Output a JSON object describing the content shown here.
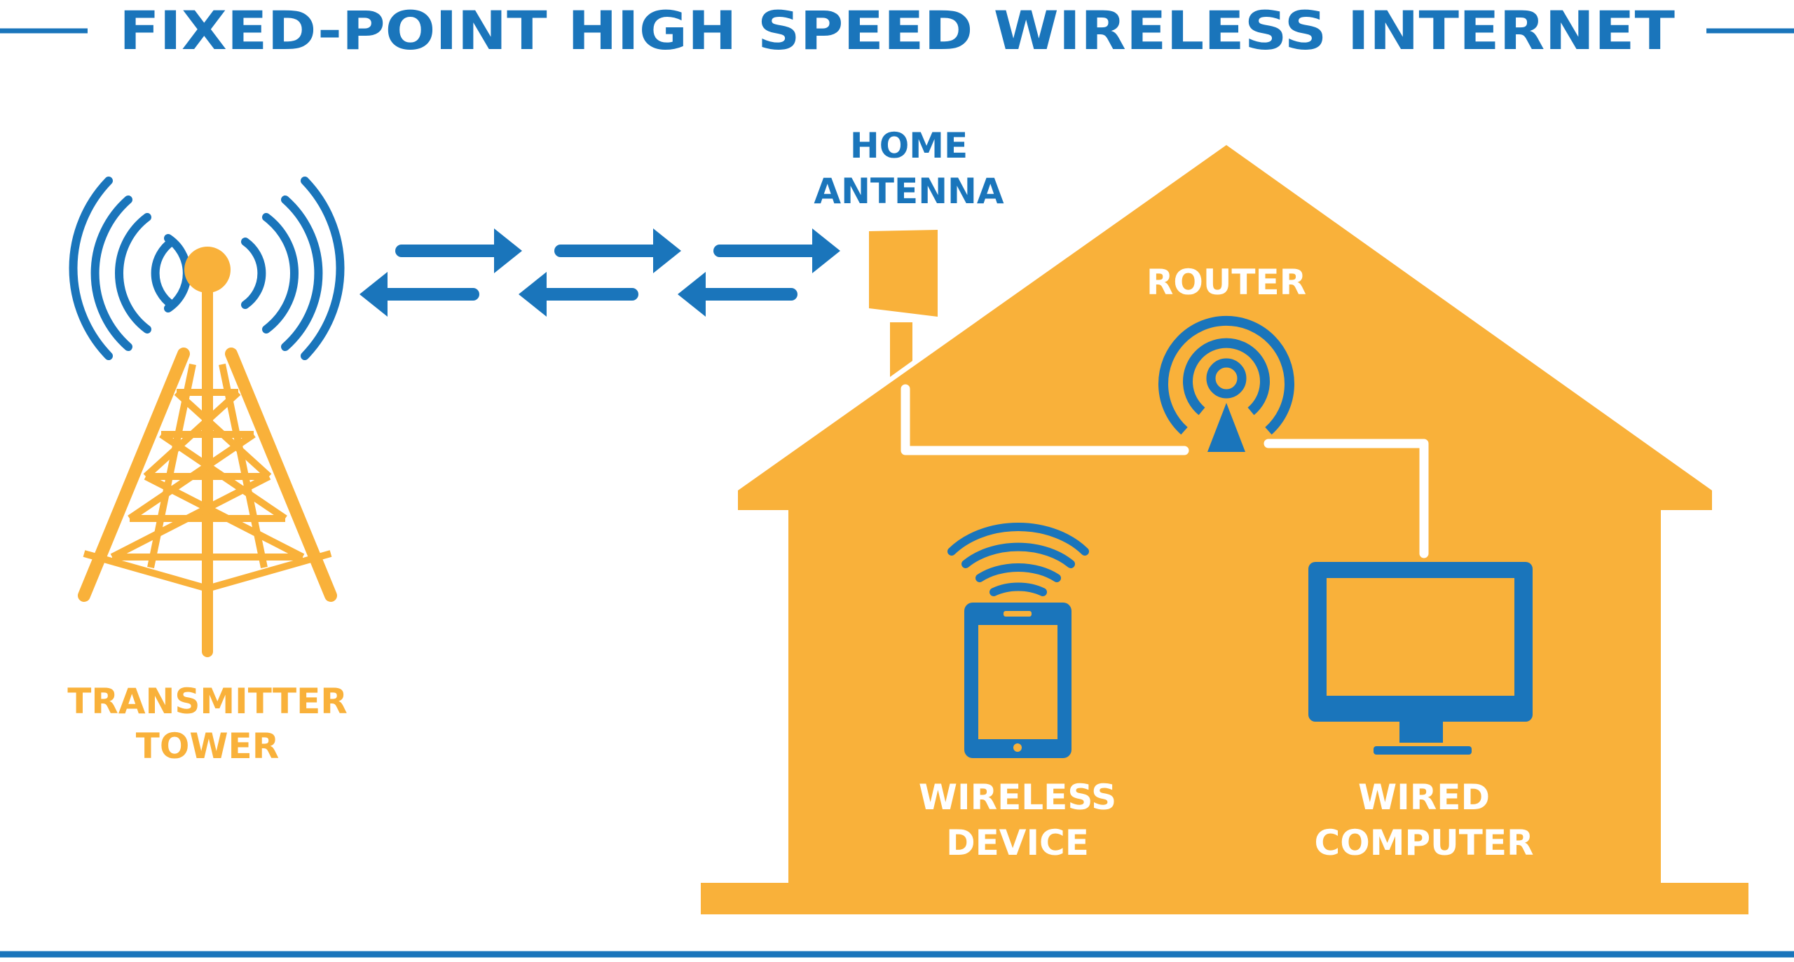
{
  "title": "FIXED-POINT HIGH SPEED WIRELESS INTERNET",
  "labels": {
    "tower_line1": "TRANSMITTER",
    "tower_line2": "TOWER",
    "antenna_line1": "HOME",
    "antenna_line2": "ANTENNA",
    "router": "ROUTER",
    "device_line1": "WIRELESS",
    "device_line2": "DEVICE",
    "computer_line1": "WIRED",
    "computer_line2": "COMPUTER"
  },
  "colors": {
    "blue": "#1a75bb",
    "orange": "#f9b13a",
    "white": "#ffffff"
  },
  "icons": [
    "transmitter-tower-icon",
    "signal-waves-icon",
    "arrow-right-icon",
    "arrow-left-icon",
    "home-antenna-icon",
    "house-icon",
    "router-icon",
    "smartphone-icon",
    "wifi-icon",
    "monitor-icon"
  ]
}
